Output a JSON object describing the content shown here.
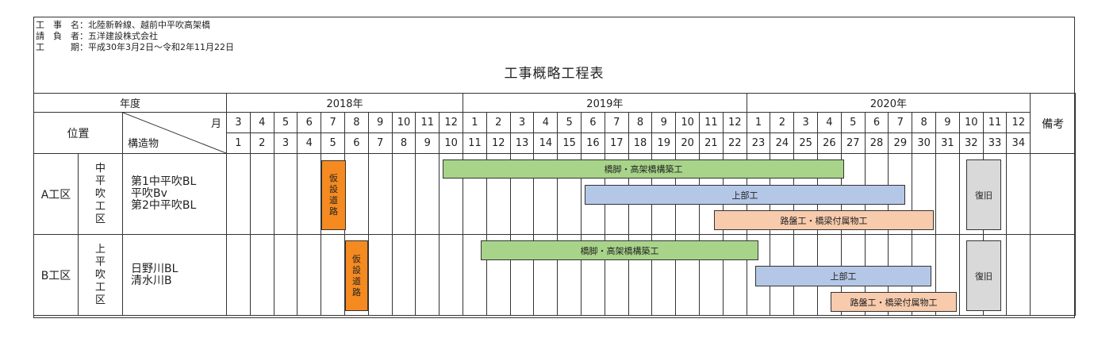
{
  "header": {
    "line1": "工　事　名：北陸新幹線、越前中平吹高架橋",
    "line2": "請　負　者：五洋建設株式会社",
    "line3": "工　　　期：平成30年3月2日～令和2年11月22日",
    "title": "工事概略工程表"
  },
  "table": {
    "nendo_label": "年度",
    "years": [
      "2018年",
      "2019年",
      "2020年"
    ],
    "position_label": "位置",
    "month_label": "月",
    "structure_label": "構造物",
    "remarks_label": "備考",
    "months": [
      "3",
      "4",
      "5",
      "6",
      "7",
      "8",
      "9",
      "10",
      "11",
      "12",
      "1",
      "2",
      "3",
      "4",
      "5",
      "6",
      "7",
      "8",
      "9",
      "10",
      "11",
      "12",
      "1",
      "2",
      "3",
      "4",
      "5",
      "6",
      "7",
      "8",
      "9",
      "10",
      "11",
      "12"
    ],
    "seq": [
      "1",
      "2",
      "3",
      "4",
      "5",
      "6",
      "7",
      "8",
      "9",
      "10",
      "11",
      "12",
      "13",
      "14",
      "15",
      "16",
      "17",
      "18",
      "19",
      "20",
      "21",
      "22",
      "23",
      "24",
      "25",
      "26",
      "27",
      "28",
      "29",
      "30",
      "31",
      "32",
      "33",
      "34"
    ],
    "zones": [
      {
        "name": "A工区",
        "sub": [
          "中",
          "平",
          "吹",
          "工",
          "区"
        ],
        "structures": [
          "第1中平吹BL",
          "平吹Bv",
          "第2中平吹BL"
        ]
      },
      {
        "name": "B工区",
        "sub": [
          "上",
          "平",
          "吹",
          "工",
          "区"
        ],
        "structures": [
          "日野川BL",
          "清水川B"
        ]
      }
    ]
  },
  "colors": {
    "orange": "#f58a20",
    "green": "#a8d48a",
    "blue": "#b4c7e7",
    "peach": "#f8cbad",
    "gray": "#d9d9d9"
  },
  "bars": {
    "a_temp_road": [
      "仮",
      "設",
      "道",
      "路"
    ],
    "a_pier": "橋脚・高架橋構築工",
    "a_super": "上部工",
    "a_roadbed": "路盤工・橋梁付属物工",
    "a_restore": "復旧",
    "b_temp_road": [
      "仮",
      "設",
      "道",
      "路"
    ],
    "b_pier": "橋脚・高架橋構築工",
    "b_super": "上部工",
    "b_roadbed": "路盤工・橋梁付属物工",
    "b_restore": "復旧"
  }
}
